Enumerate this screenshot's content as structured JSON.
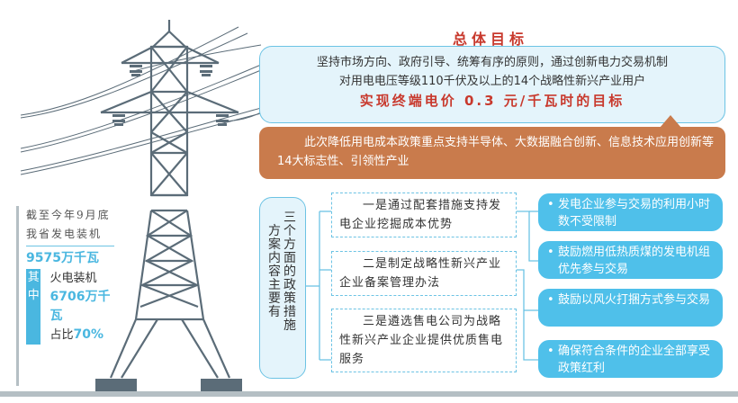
{
  "goal": {
    "title": "总体目标",
    "line1": "坚持市场方向、政府引导、统筹有序的原则，通过创新电力交易机制",
    "line2": "对用电电压等级110千伏及以上的14个战略性新兴产业用户",
    "highlight": "实现终端电价 0.3 元/千瓦时的目标"
  },
  "support": {
    "text": "此次降低用电成本政策重点支持半导体、大数据融合创新、信息技术应用创新等14大标志性、引领性产业"
  },
  "stats": {
    "intro_line1": "截至今年9月底",
    "intro_line2": "我省发电装机",
    "total": "9575万千瓦",
    "qizhong_1": "其",
    "qizhong_2": "中",
    "thermal_label": "火电装机",
    "thermal_value": "6706万千瓦",
    "share_label": "占比",
    "share_value": "70%"
  },
  "plan": {
    "title_col1": "方案内容主要有",
    "title_col2": "三个方面的政策措施",
    "measures": [
      "一是通过配套措施支持发电企业挖掘成本优势",
      "二是制定战略性新兴产业企业备案管理办法",
      "三是遴选售电公司为战略性新兴产业企业提供优质售电服务"
    ],
    "details": [
      "发电企业参与交易的利用小时数不受限制",
      "鼓励燃用低热质煤的发电机组优先参与交易",
      "鼓励以风火打捆方式参与交易",
      "确保符合条件的企业全部享受政策红利"
    ]
  },
  "colors": {
    "red": "#c8392d",
    "blue": "#4fc0ea",
    "light_blue_bg": "#e4f4fb",
    "orange": "#c97b4c",
    "tower": "#5b6c78"
  }
}
